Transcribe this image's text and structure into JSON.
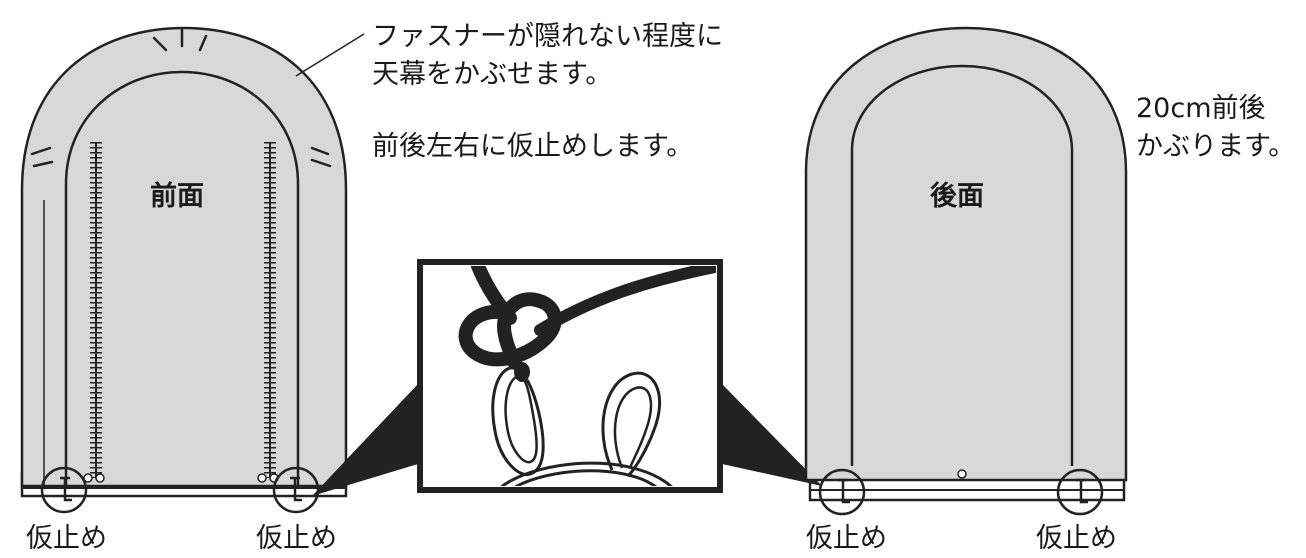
{
  "callouts": {
    "zipper_note": [
      "ファスナーが隠れない程度に",
      "天幕をかぶせます。"
    ],
    "temp_fix_note": "前後左右に仮止めします。",
    "overlap_note": [
      "20cm前後",
      "かぶります。"
    ]
  },
  "sides": {
    "front": "前面",
    "back": "後面"
  },
  "pin_labels": [
    "仮止め",
    "仮止め",
    "仮止め",
    "仮止め"
  ],
  "colors": {
    "cover_fill": "#d8d8d9",
    "outline": "#222222",
    "background": "#ffffff"
  },
  "icons": {
    "zipper": "zipper-icon",
    "pin": "pin-icon",
    "hook": "hook-icon"
  }
}
